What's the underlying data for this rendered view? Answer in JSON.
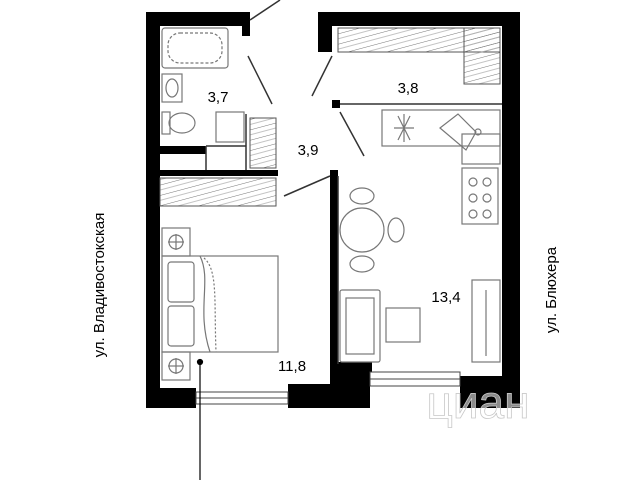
{
  "plan": {
    "streets": {
      "left": "ул. Владивостокская",
      "right": "ул. Блюхера"
    },
    "rooms": [
      {
        "id": "bathroom",
        "area": "3,7"
      },
      {
        "id": "storage",
        "area": "3,8"
      },
      {
        "id": "hallway",
        "area": "3,9"
      },
      {
        "id": "bedroom",
        "area": "11,8"
      },
      {
        "id": "kitchen-living",
        "area": "13,4"
      }
    ],
    "watermark": "циан",
    "colors": {
      "wall": "#000000",
      "line": "#333333",
      "furniture": "#888888",
      "accent": "#777777"
    }
  }
}
